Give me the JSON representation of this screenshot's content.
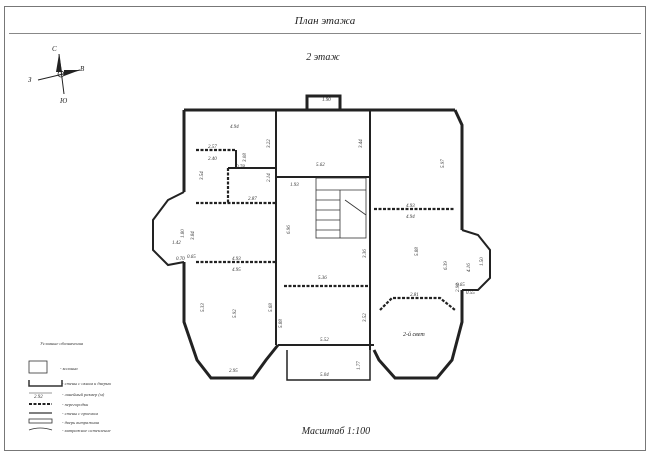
{
  "sheet_title": "План этажа",
  "floor_label": "2 этаж",
  "scale_label": "Масштаб 1:100",
  "compass": {
    "n": "С",
    "s": "Ю",
    "e": "В",
    "w": "З"
  },
  "room_label_second_light": "2-й свет",
  "dimensions": {
    "top_stub": "1.90",
    "left_room_top": "4.94",
    "left_inner_1": "2.57",
    "left_inner_2": "2.40",
    "left_inner_3": "0.78",
    "left_inner_4": "3.08",
    "left_inner_5": "2.87",
    "left_wall_a": "3.54",
    "left_wall_b": "3.22",
    "left_wall_c": "2.14",
    "bay_a": "1.42",
    "bay_b": "3.84",
    "bay_c": "0.70",
    "bay_d": "0.65",
    "bay_e": "1.80",
    "mid_a": "4.93",
    "mid_b": "4.95",
    "center_top": "5.62",
    "center_side": "3.44",
    "center_c": "1.93",
    "center_d": "6.96",
    "center_e": "3.36",
    "center_f": "5.36",
    "center_g": "3.52",
    "right_top": "5.97",
    "right_a": "4.93",
    "right_b": "4.94",
    "right_c": "5.88",
    "right_d": "6.39",
    "right_e": "4.16",
    "right_f": "1.50",
    "right_g": "2.81",
    "right_h": "2.93",
    "right_i": "0.65",
    "right_j": "0.55",
    "lower_left_a": "5.33",
    "lower_left_b": "5.92",
    "lower_left_c": "5.68",
    "lower_left_d": "2.95",
    "lower_center": "5.52",
    "lower_center_b": "5.88",
    "porch": "5.04",
    "porch_side": "1.77",
    "legend_value": "2.92"
  },
  "legend": {
    "title": "Условные обозначения",
    "items": [
      "- колонна",
      "- стены с окном и дверью",
      "- линейный размер (м)",
      "- перегородки",
      "- стены с проемом",
      "- дверь витражная",
      "- витражное остекление"
    ]
  }
}
